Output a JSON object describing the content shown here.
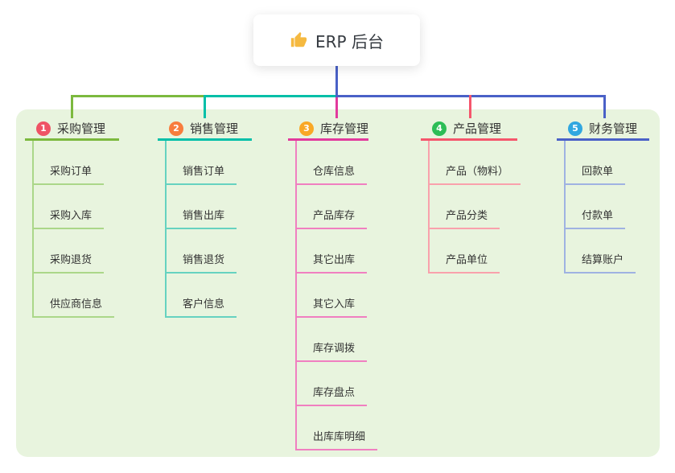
{
  "root": {
    "title": "ERP 后台",
    "icon": "thumbs-up-icon"
  },
  "canvas": {
    "background": "#e8f4de",
    "root_connector_color": "#4a61c7"
  },
  "branches": [
    {
      "num": "1",
      "label": "采购管理",
      "colors": {
        "badge": "#ef5365",
        "line": "#7cb93e",
        "subline": "#abd789"
      },
      "items": [
        "采购订单",
        "采购入库",
        "采购退货",
        "供应商信息"
      ]
    },
    {
      "num": "2",
      "label": "销售管理",
      "colors": {
        "badge": "#f87d3d",
        "line": "#00bfa8",
        "subline": "#66d2c0"
      },
      "items": [
        "销售订单",
        "销售出库",
        "销售退货",
        "客户信息"
      ]
    },
    {
      "num": "3",
      "label": "库存管理",
      "colors": {
        "badge": "#f9a826",
        "line": "#e23a9d",
        "subline": "#f07fc0"
      },
      "items": [
        "仓库信息",
        "产品库存",
        "其它出库",
        "其它入库",
        "库存调拨",
        "库存盘点",
        "出库库明细"
      ]
    },
    {
      "num": "4",
      "label": "产品管理",
      "colors": {
        "badge": "#2dbd56",
        "line": "#f5566c",
        "subline": "#f9a1ac"
      },
      "items": [
        "产品（物料）",
        "产品分类",
        "产品单位"
      ]
    },
    {
      "num": "5",
      "label": "财务管理",
      "colors": {
        "badge": "#31a7e0",
        "line": "#4a61c7",
        "subline": "#9fb2e2"
      },
      "items": [
        "回款单",
        "付款单",
        "结算账户"
      ]
    }
  ]
}
